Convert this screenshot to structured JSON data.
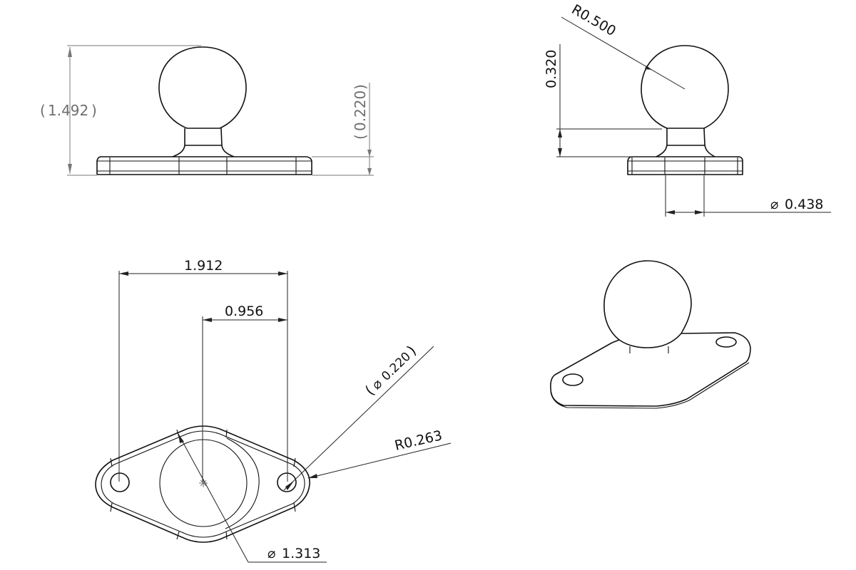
{
  "drawing": {
    "type": "engineering-drawing",
    "subject": "ball mount with diamond base plate",
    "units": "in",
    "views": {
      "front": {
        "dimensions": {
          "overall_height": "1.492",
          "base_thickness": "0.220"
        }
      },
      "side": {
        "dimensions": {
          "ball_radius": "R0.500",
          "neck_height": "0.320",
          "neck_diameter_symbol": "⌀",
          "neck_diameter": "0.438"
        }
      },
      "top": {
        "dimensions": {
          "hole_spacing": "1.912",
          "center_to_hole": "0.956",
          "hole_diameter_symbol": "⌀",
          "hole_diameter": "0.220",
          "corner_radius": "R0.263",
          "ball_diameter_symbol": "⌀",
          "ball_diameter": "1.313"
        }
      },
      "isometric": {}
    },
    "colors": {
      "line": "#111111",
      "reference_dim": "#777777",
      "background": "#ffffff"
    }
  }
}
